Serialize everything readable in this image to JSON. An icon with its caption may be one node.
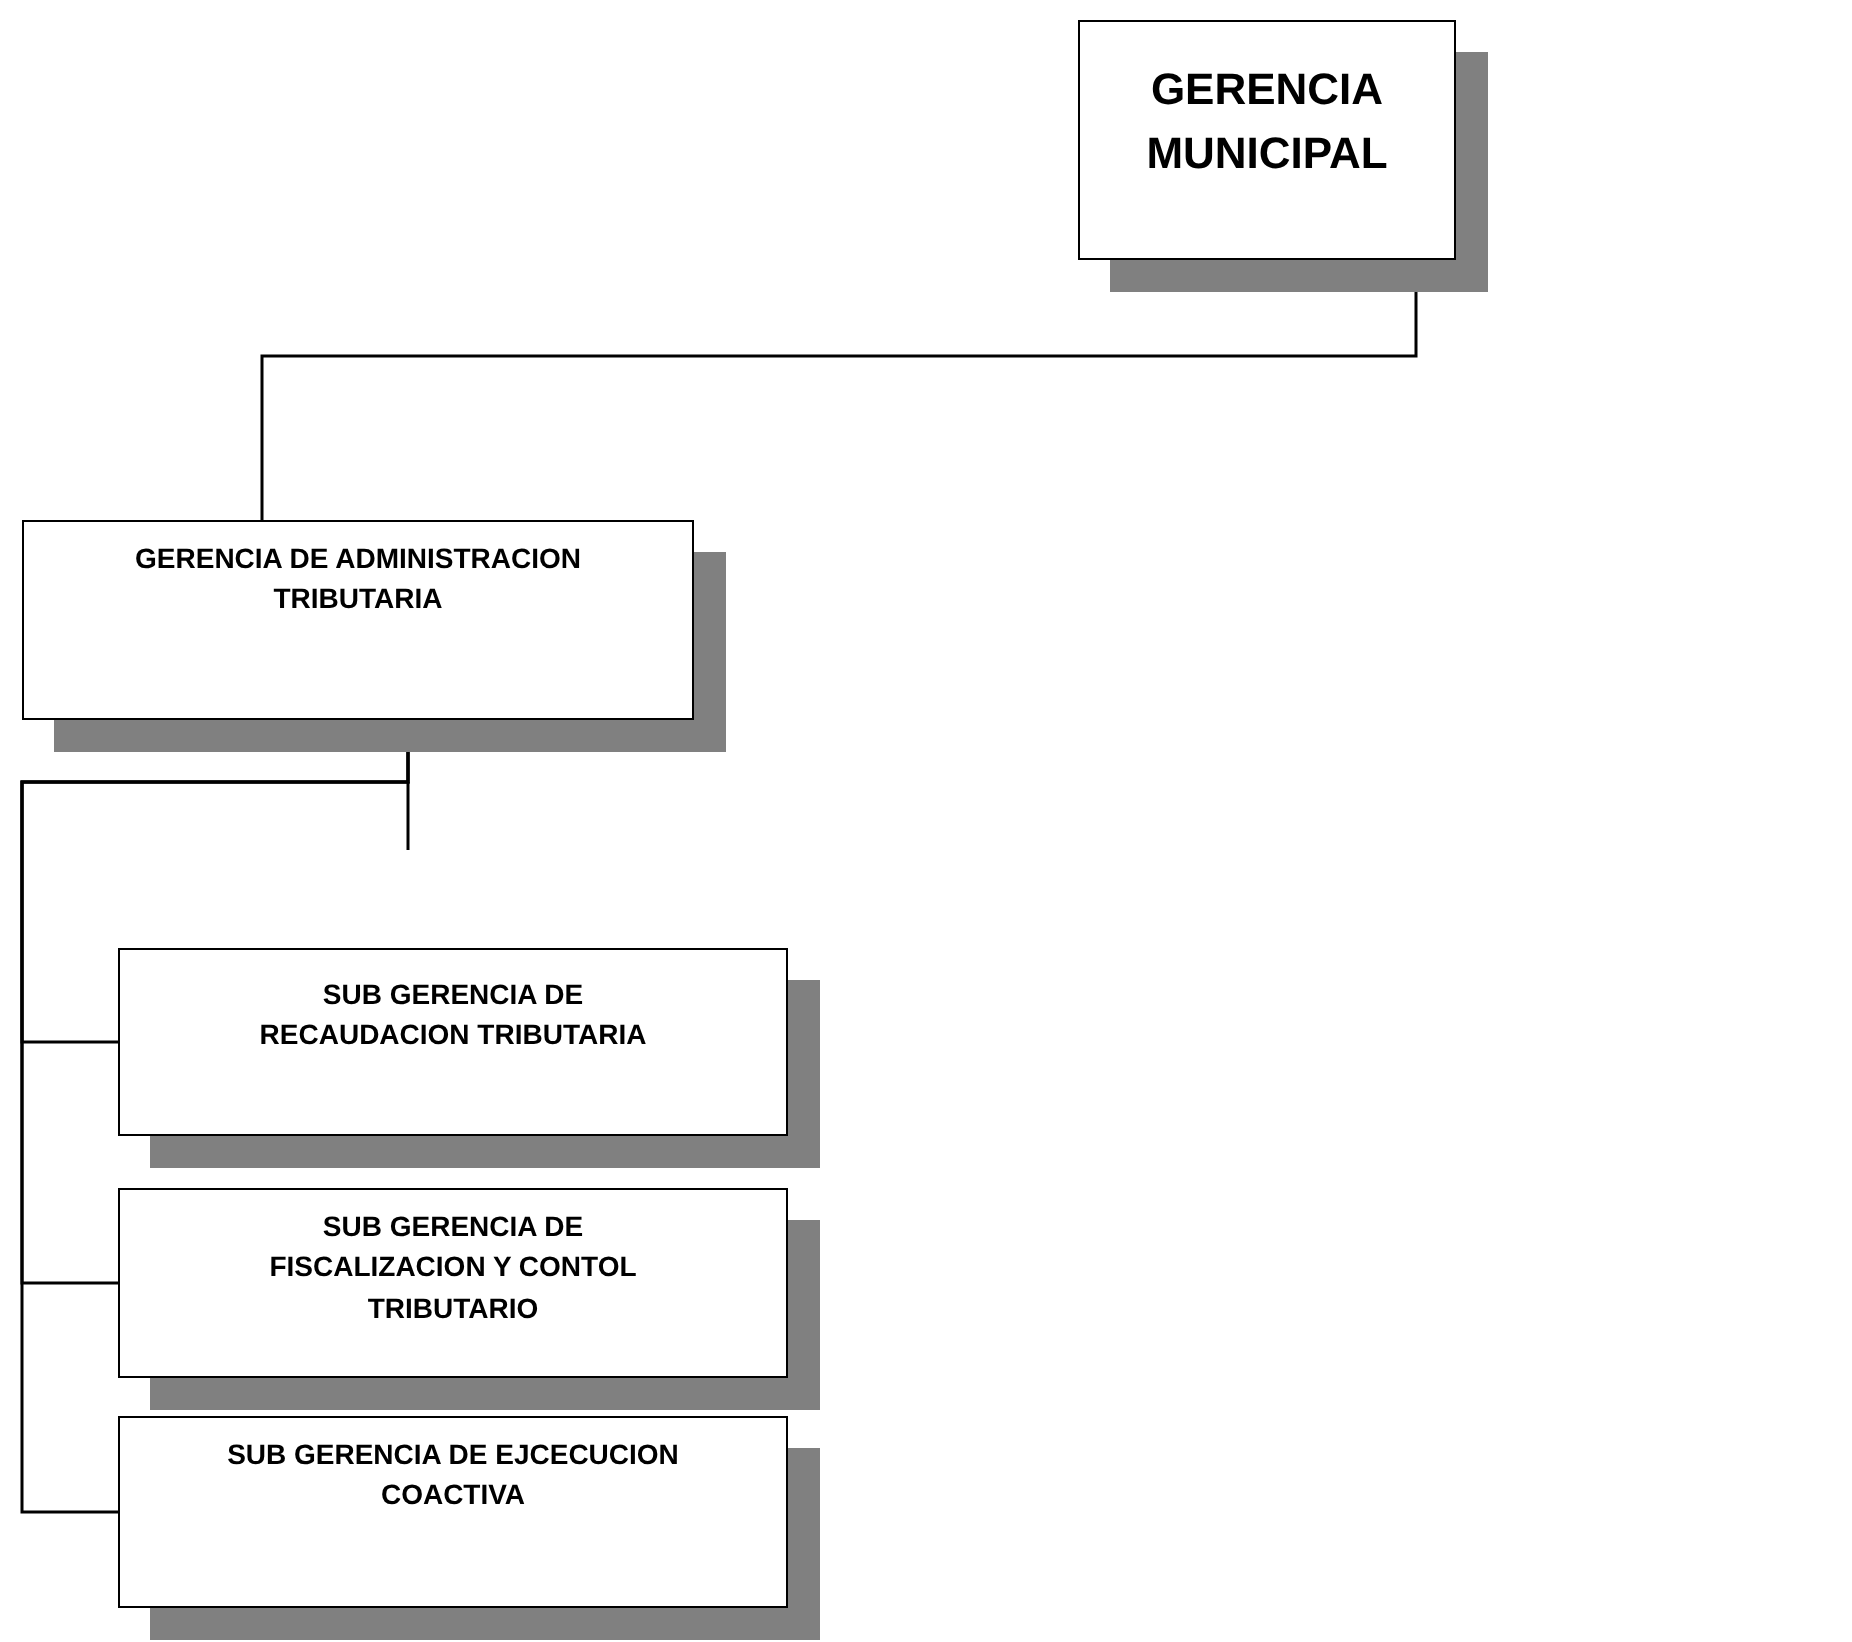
{
  "diagram": {
    "nodes": [
      {
        "text": [
          "GERENCIA MUNICIPAL"
        ]
      },
      {
        "text": [
          "GERENCIA DE ADMINISTRACION TRIBUTARIA"
        ]
      },
      {
        "text": [
          "SUB GERENCIA DE RECAUDACION TRIBUTARIA"
        ]
      },
      {
        "text": [
          "SUB GERENCIA DE FISCALIZACION Y CONTOL TRIBUTARIO"
        ]
      },
      {
        "text": [
          "SUB GERENCIA DE EJCECUCION COACTIVA"
        ]
      }
    ],
    "edges": [
      {
        "from": 0,
        "to": 1,
        "arrow": "none"
      },
      {
        "from": 1,
        "to": 2,
        "arrow": "none"
      },
      {
        "from": 1,
        "to": 3,
        "arrow": "none"
      },
      {
        "from": 1,
        "to": 4,
        "arrow": "none"
      }
    ]
  }
}
